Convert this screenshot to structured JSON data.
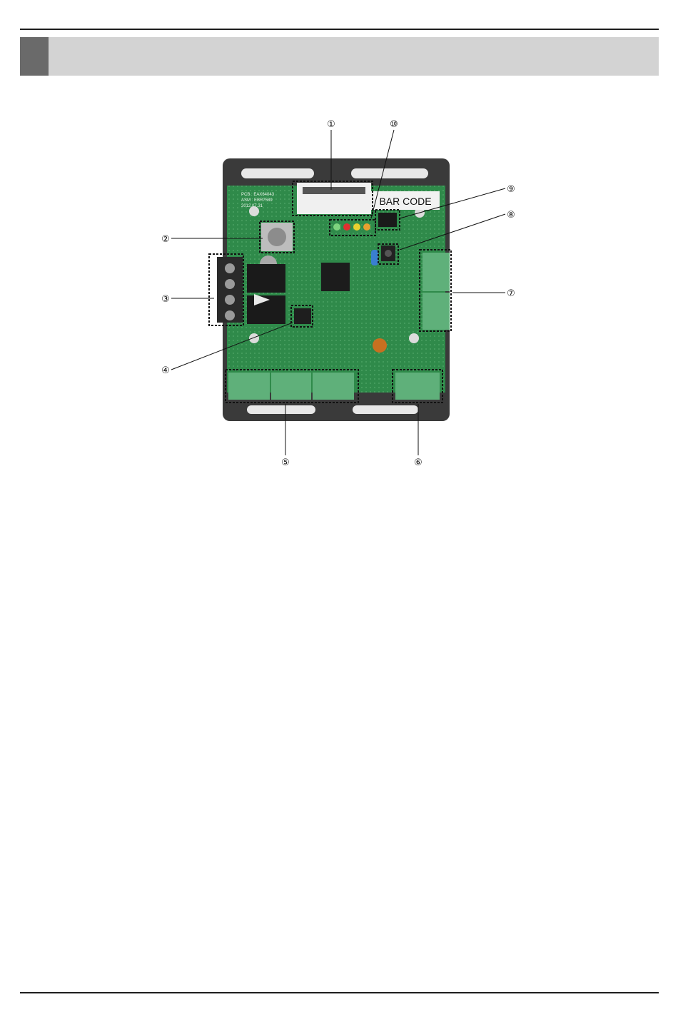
{
  "colors": {
    "rule": "#1e1e1e",
    "header_bar": "#d3d3d3",
    "header_block": "#6a6a6a",
    "pcb": "#2f8a4a",
    "terminal": "#5fb07a",
    "housing": "#3a3a3a"
  },
  "board": {
    "barcode_label": "BAR CODE",
    "silkscreen": [
      "PCB : EAX64043",
      "ASM : EBR7589",
      "2012.07.31"
    ]
  },
  "callouts": [
    "①",
    "②",
    "③",
    "④",
    "⑤",
    "⑥",
    "⑦",
    "⑧",
    "⑨",
    "⑩"
  ]
}
